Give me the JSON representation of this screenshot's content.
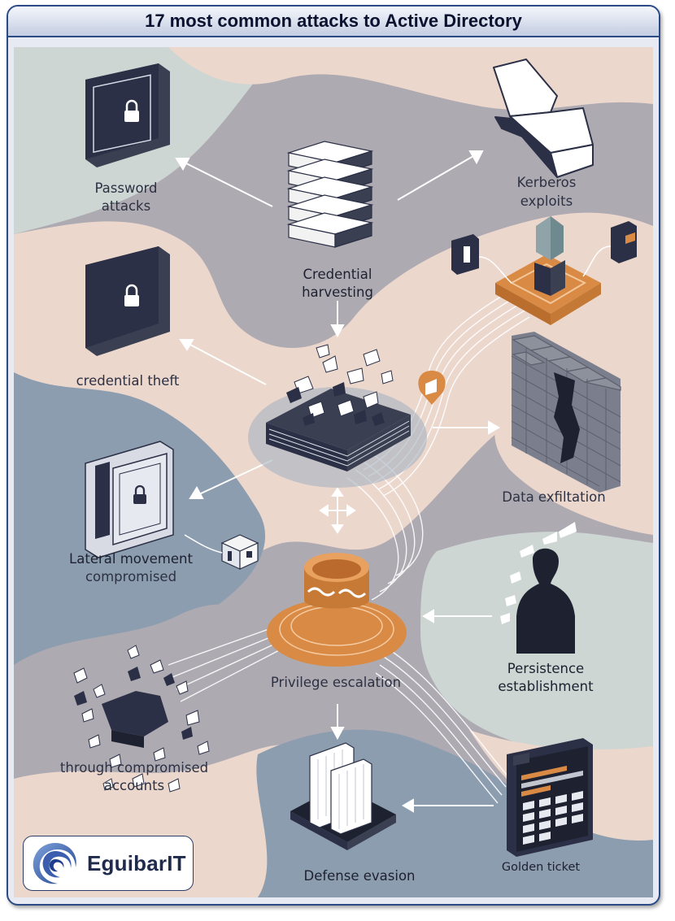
{
  "title": "17 most common attacks to Active Directory",
  "labels": {
    "password_attacks_1": "Password",
    "password_attacks_2": "attacks",
    "kerberos_1": "Kerberos",
    "kerberos_2": "exploits",
    "credential_harvesting_1": "Credential",
    "credential_harvesting_2": "harvesting",
    "credential_theft": "credential theft",
    "data_exfiltation": "Data exfiltation",
    "lateral_movement_1": "Lateral movement",
    "lateral_movement_2": "compromised",
    "persistence_1": "Persistence",
    "persistence_2": "establishment",
    "privilege_escalation": "Privilege escalation",
    "compromised_accounts_1": "through compromised",
    "compromised_accounts_2": "accounts",
    "defense_evasion": "Defense evasion",
    "golden_ticket": "Golden ticket"
  },
  "logo": {
    "text": "EguibarIT"
  },
  "colors": {
    "border": "#2c4a86",
    "slate": "#8d9db0",
    "peach": "#ecd7cd",
    "gray": "#aeaab2",
    "mint": "#cdd6d2",
    "orange": "#d98a44",
    "navy": "#2b3046"
  },
  "icons": [
    "padlock-safe-icon",
    "server-stack-icon",
    "folded-box-icon",
    "shield-pedestal-icon",
    "ad-core-platform-icon",
    "brick-wall-icon",
    "open-safe-icon",
    "cube-icon",
    "direction-arrows-icon",
    "orange-ring-icon",
    "person-silhouette-icon",
    "debris-pile-icon",
    "pillar-platform-icon",
    "ticket-panel-icon"
  ]
}
